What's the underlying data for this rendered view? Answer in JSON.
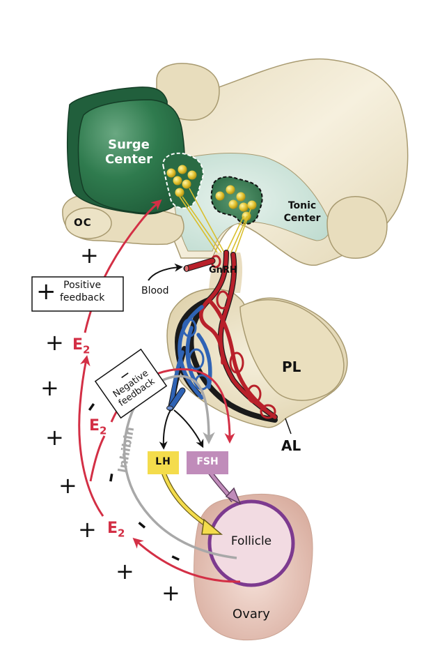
{
  "title": "Hypothalamic-pituitary-ovarian feedback",
  "colors": {
    "surge_center": "#2e7a4c",
    "hypothalamus": "#eee6cc",
    "tonic_center": "#d3e8e0",
    "estradiol": "#d32f45",
    "lh": "#f4dc4c",
    "fsh": "#c08cba",
    "follicle_ring": "#7d3a8f",
    "inhibin": "#a8a8a8",
    "ovary": "#e6c3b6",
    "artery": "#b8202a",
    "vein": "#2f63b5"
  },
  "labels": {
    "surge_center_line1": "Surge",
    "surge_center_line2": "Center",
    "tonic_center_line1": "Tonic",
    "tonic_center_line2": "Center",
    "oc": "OC",
    "gnrh": "GnRH",
    "blood": "Blood",
    "pl": "PL",
    "al": "AL",
    "lh": "LH",
    "fsh": "FSH",
    "follicle": "Follicle",
    "ovary": "Ovary",
    "inhibin": "Inhibin",
    "e2": "E",
    "e2_sub": "2"
  },
  "legend": {
    "positive_sign": "+",
    "positive_line1": "Positive",
    "positive_line2": "feedback",
    "negative_sign": "—",
    "negative_line1": "Negative",
    "negative_line2": "feedback"
  },
  "signs": {
    "plus": "+",
    "minus": "–"
  }
}
